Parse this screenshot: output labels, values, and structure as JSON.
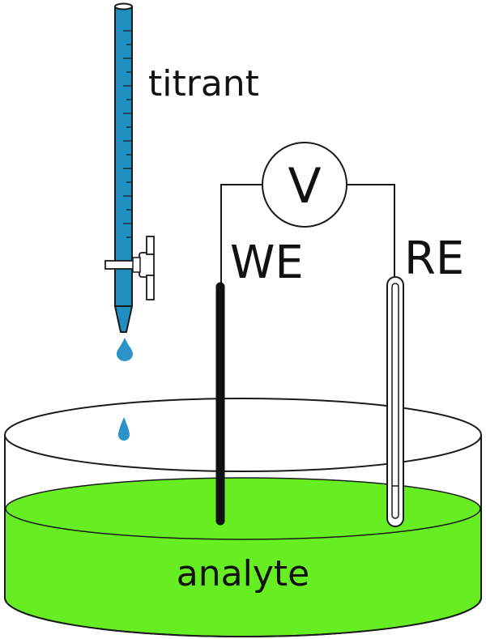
{
  "labels": {
    "titrant": "titrant",
    "voltmeter": "V",
    "working_electrode": "WE",
    "reference_electrode": "RE",
    "analyte": "analyte"
  },
  "colors": {
    "burette_fill": "#1e8fc0",
    "drop": "#2a93c8",
    "solution": "#66ee22",
    "electrode": "#111111",
    "outline": "#1a1a1a"
  }
}
